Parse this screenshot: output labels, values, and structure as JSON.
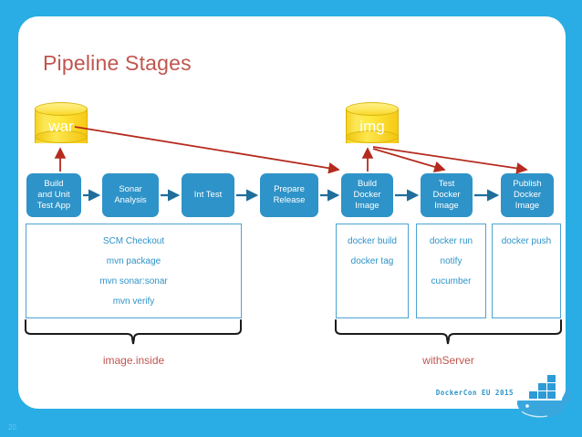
{
  "slide": {
    "title": "Pipeline Stages",
    "number": "20",
    "background_color": "#29ADE4",
    "card_color": "#ffffff",
    "title_color": "#C0564F",
    "stage_color": "#2E93C8",
    "artifact_color": "#FDE455",
    "arrow_color": "#B52B1E",
    "flow_arrow_color": "#1F6E9C"
  },
  "artifacts": [
    {
      "name": "war",
      "label": "war"
    },
    {
      "name": "img",
      "label": "img"
    }
  ],
  "stages": [
    {
      "id": "build-and-unit-test-app",
      "label": "Build\nand Unit\nTest App"
    },
    {
      "id": "sonar-analysis",
      "label": "Sonar\nAnalysis"
    },
    {
      "id": "int-test",
      "label": "Int Test"
    },
    {
      "id": "prepare-release",
      "label": "Prepare\nRelease"
    },
    {
      "id": "build-docker-image",
      "label": "Build\nDocker\nImage"
    },
    {
      "id": "test-docker-image",
      "label": "Test\nDocker\nImage"
    },
    {
      "id": "publish-docker-image",
      "label": "Publish\nDocker\nImage"
    }
  ],
  "detail_boxes": [
    {
      "id": "maven-steps",
      "lines": [
        "SCM Checkout",
        "mvn package",
        "mvn sonar:sonar",
        "mvn verify"
      ]
    },
    {
      "id": "build-docker-steps",
      "lines": [
        "docker build",
        "docker tag"
      ]
    },
    {
      "id": "test-docker-steps",
      "lines": [
        "docker run",
        "notify",
        "cucumber"
      ]
    },
    {
      "id": "publish-docker-steps",
      "lines": [
        "docker push"
      ]
    }
  ],
  "brace_labels": [
    {
      "id": "image-inside",
      "label": "image.inside"
    },
    {
      "id": "with-server",
      "label": "withServer"
    }
  ],
  "footer": {
    "event": "DockerCon EU 2015",
    "logo": "docker-whale-logo"
  }
}
